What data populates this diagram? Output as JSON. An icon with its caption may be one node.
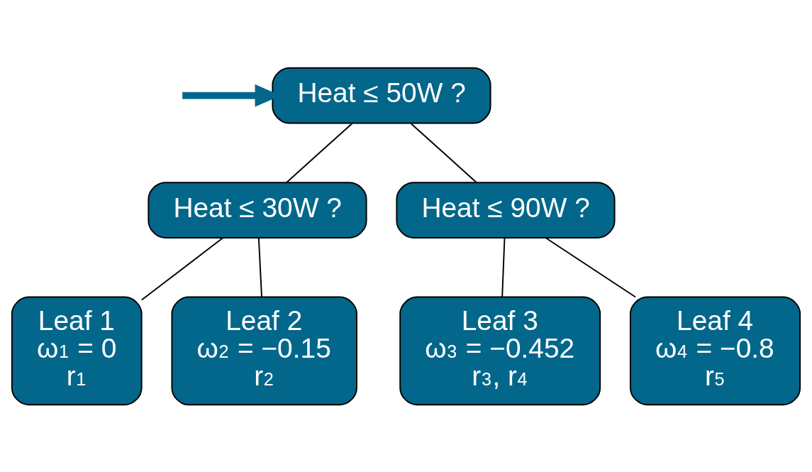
{
  "diagram": {
    "nodes": [
      {
        "text": [
          "Heat ≤ 50W ?"
        ]
      },
      {
        "text": [
          "Heat ≤ 30W ?"
        ]
      },
      {
        "text": [
          "Heat ≤ 90W ?"
        ]
      },
      {
        "text": [
          "Leaf 1",
          "ω$_{1}$ = 0",
          "r$_{1}$"
        ]
      },
      {
        "text": [
          "Leaf 2",
          "ω$_{2}$ = −0.15",
          "r$_{2}$"
        ]
      },
      {
        "text": [
          "Leaf 3",
          "ω$_{3}$ = −0.452",
          "r$_{3}$, r$_{4}$"
        ]
      },
      {
        "text": [
          "Leaf 4",
          "ω$_{4}$ = −0.8",
          "r$_{5}$"
        ]
      }
    ],
    "edges": [
      {
        "from": null,
        "to": 0,
        "arrow": "to",
        "style": "thick",
        "color": "#02678a"
      },
      {
        "from": 0,
        "to": 1,
        "arrow": "none"
      },
      {
        "from": 0,
        "to": 2,
        "arrow": "none"
      },
      {
        "from": 1,
        "to": 3,
        "arrow": "none"
      },
      {
        "from": 1,
        "to": 4,
        "arrow": "none"
      },
      {
        "from": 2,
        "to": 5,
        "arrow": "none"
      },
      {
        "from": 2,
        "to": 6,
        "arrow": "none"
      }
    ]
  }
}
